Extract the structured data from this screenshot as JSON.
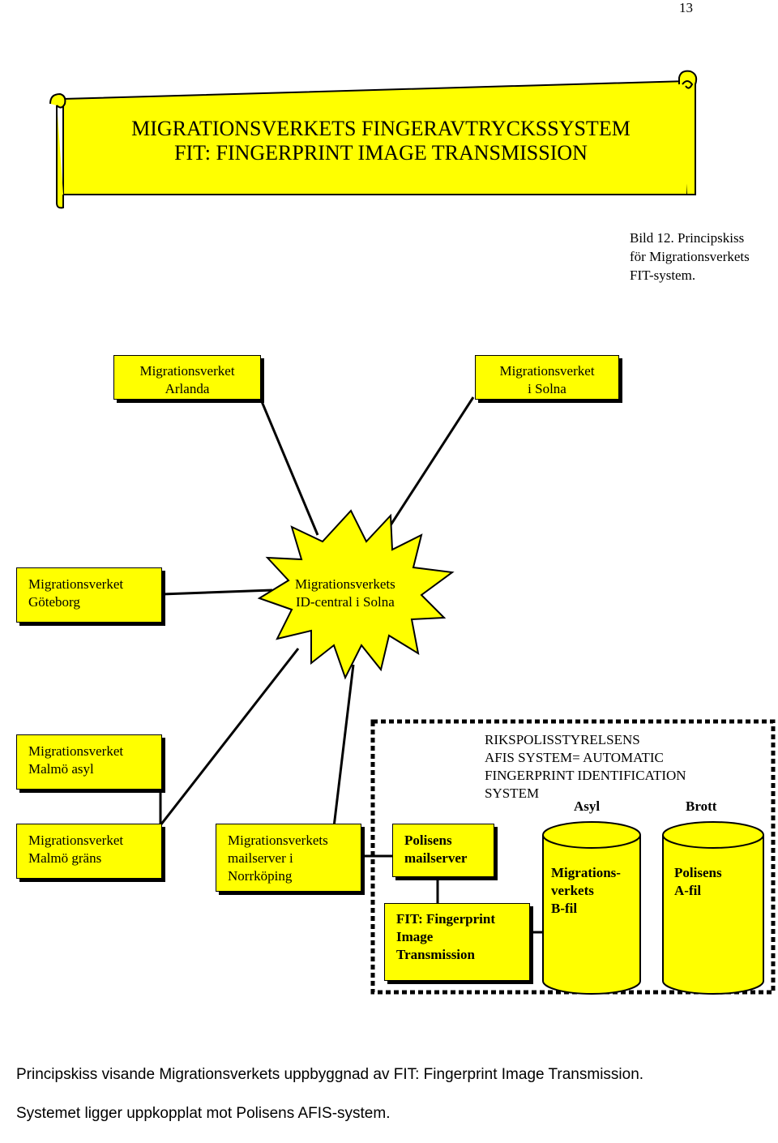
{
  "page_number": "13",
  "banner": {
    "title_line1": "MIGRATIONSVERKETS FINGERAVTRYCKSSYSTEM",
    "title_line2": "FIT: FINGERPRINT IMAGE TRANSMISSION"
  },
  "note": {
    "line1": "Bild 12. Principskiss",
    "line2": "för Migrationsverkets",
    "line3": "FIT-system."
  },
  "nodes": {
    "arlanda": "Migrationsverket\nArlanda",
    "solna": "Migrationsverket\ni Solna",
    "goteborg": "Migrationsverket\nGöteborg",
    "id_central": "Migrationsverkets\nID-central i Solna",
    "malmo_asyl": "Migrationsverket\nMalmö asyl",
    "malmo_grans": "Migrationsverket\nMalmö gräns",
    "mailserver_norrkoping": "Migrationsverkets\nmailserver i\nNorrköping",
    "polisens_mailserver": "Polisens\nmailserver",
    "fit": "FIT: Fingerprint\nImage\nTransmission"
  },
  "afis": {
    "title": "RIKSPOLISSTYRELSENS\nAFIS SYSTEM= AUTOMATIC\nFINGERPRINT IDENTIFICATION\nSYSTEM",
    "db_asyl_label": "Asyl",
    "db_brott_label": "Brott",
    "db_asyl_text": "Migrations-\nverkets\nB-fil",
    "db_brott_text": "Polisens\nA-fil"
  },
  "caption": {
    "line1": "Principskiss visande Migrationsverkets uppbyggnad av FIT: Fingerprint Image Transmission.",
    "line2": "Systemet ligger uppkopplat mot Polisens AFIS-system."
  },
  "colors": {
    "fill": "#ffff00",
    "stroke": "#000000"
  }
}
